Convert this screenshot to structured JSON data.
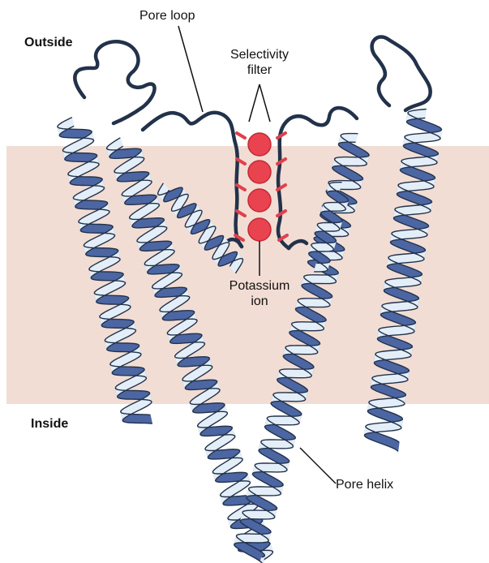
{
  "labels": {
    "outside": "Outside",
    "inside": "Inside",
    "pore_loop": "Pore loop",
    "selectivity_filter_1": "Selectivity",
    "selectivity_filter_2": "filter",
    "potassium_ion_1": "Potassium",
    "potassium_ion_2": "ion",
    "pore_helix": "Pore helix"
  },
  "colors": {
    "membrane": "#f2ddd4",
    "helix_front": "#e3eef8",
    "helix_back": "#4c66a3",
    "outline": "#22324a",
    "ion": "#e8434f",
    "ion_stroke": "#c22a36",
    "filter_tick": "#e0414c"
  },
  "ions": {
    "count": 4
  }
}
